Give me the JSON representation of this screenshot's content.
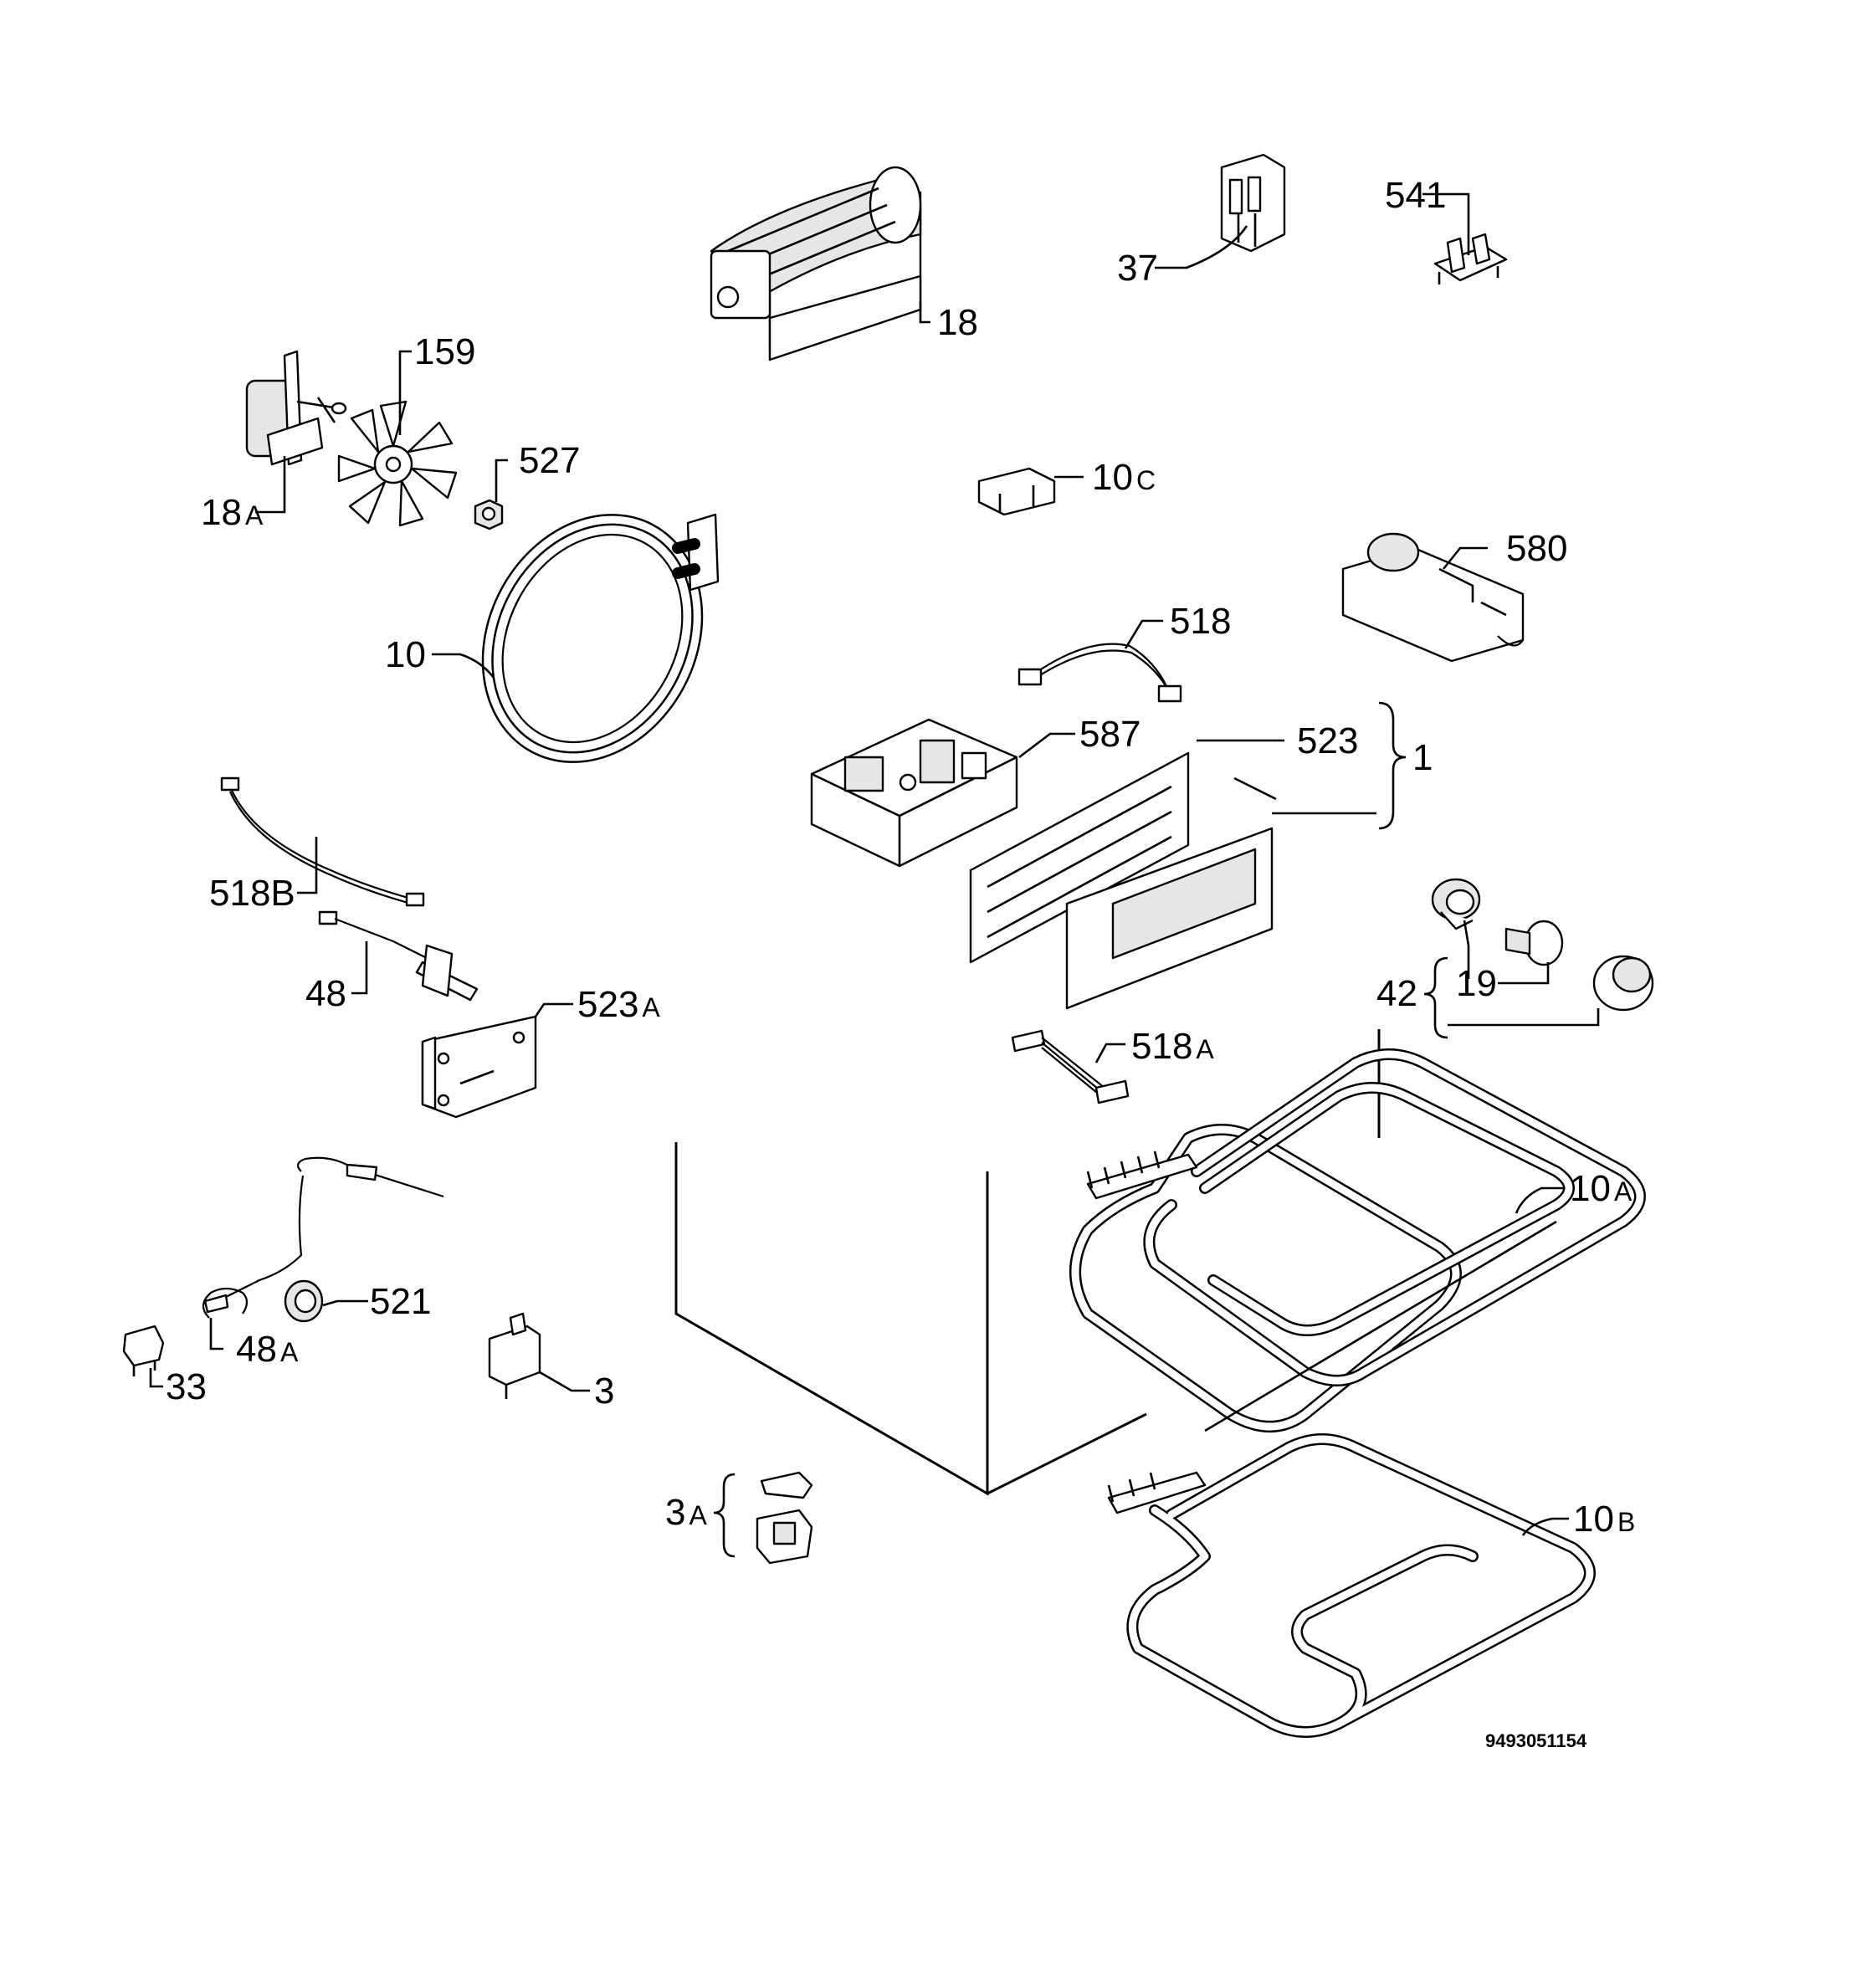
{
  "diagram_code": "9493051154",
  "callouts": [
    {
      "id": "18",
      "num": "18",
      "suffix": ""
    },
    {
      "id": "37",
      "num": "37",
      "suffix": ""
    },
    {
      "id": "541",
      "num": "541",
      "suffix": ""
    },
    {
      "id": "159",
      "num": "159",
      "suffix": ""
    },
    {
      "id": "18A",
      "num": "18",
      "suffix": "A"
    },
    {
      "id": "527",
      "num": "527",
      "suffix": ""
    },
    {
      "id": "10C",
      "num": "10",
      "suffix": "C"
    },
    {
      "id": "580",
      "num": "580",
      "suffix": ""
    },
    {
      "id": "10",
      "num": "10",
      "suffix": ""
    },
    {
      "id": "518",
      "num": "518",
      "suffix": ""
    },
    {
      "id": "587",
      "num": "587",
      "suffix": ""
    },
    {
      "id": "523",
      "num": "523",
      "suffix": ""
    },
    {
      "id": "1",
      "num": "1",
      "suffix": ""
    },
    {
      "id": "518B",
      "num": "518B",
      "suffix": ""
    },
    {
      "id": "48",
      "num": "48",
      "suffix": ""
    },
    {
      "id": "523A",
      "num": "523",
      "suffix": "A"
    },
    {
      "id": "42",
      "num": "42",
      "suffix": ""
    },
    {
      "id": "19",
      "num": "19",
      "suffix": ""
    },
    {
      "id": "518A",
      "num": "518",
      "suffix": "A"
    },
    {
      "id": "10A",
      "num": "10",
      "suffix": "A"
    },
    {
      "id": "521",
      "num": "521",
      "suffix": ""
    },
    {
      "id": "48A",
      "num": "48",
      "suffix": "A"
    },
    {
      "id": "33",
      "num": "33",
      "suffix": ""
    },
    {
      "id": "3",
      "num": "3",
      "suffix": ""
    },
    {
      "id": "3A",
      "num": "3",
      "suffix": "A"
    },
    {
      "id": "10B",
      "num": "10",
      "suffix": "B"
    }
  ]
}
